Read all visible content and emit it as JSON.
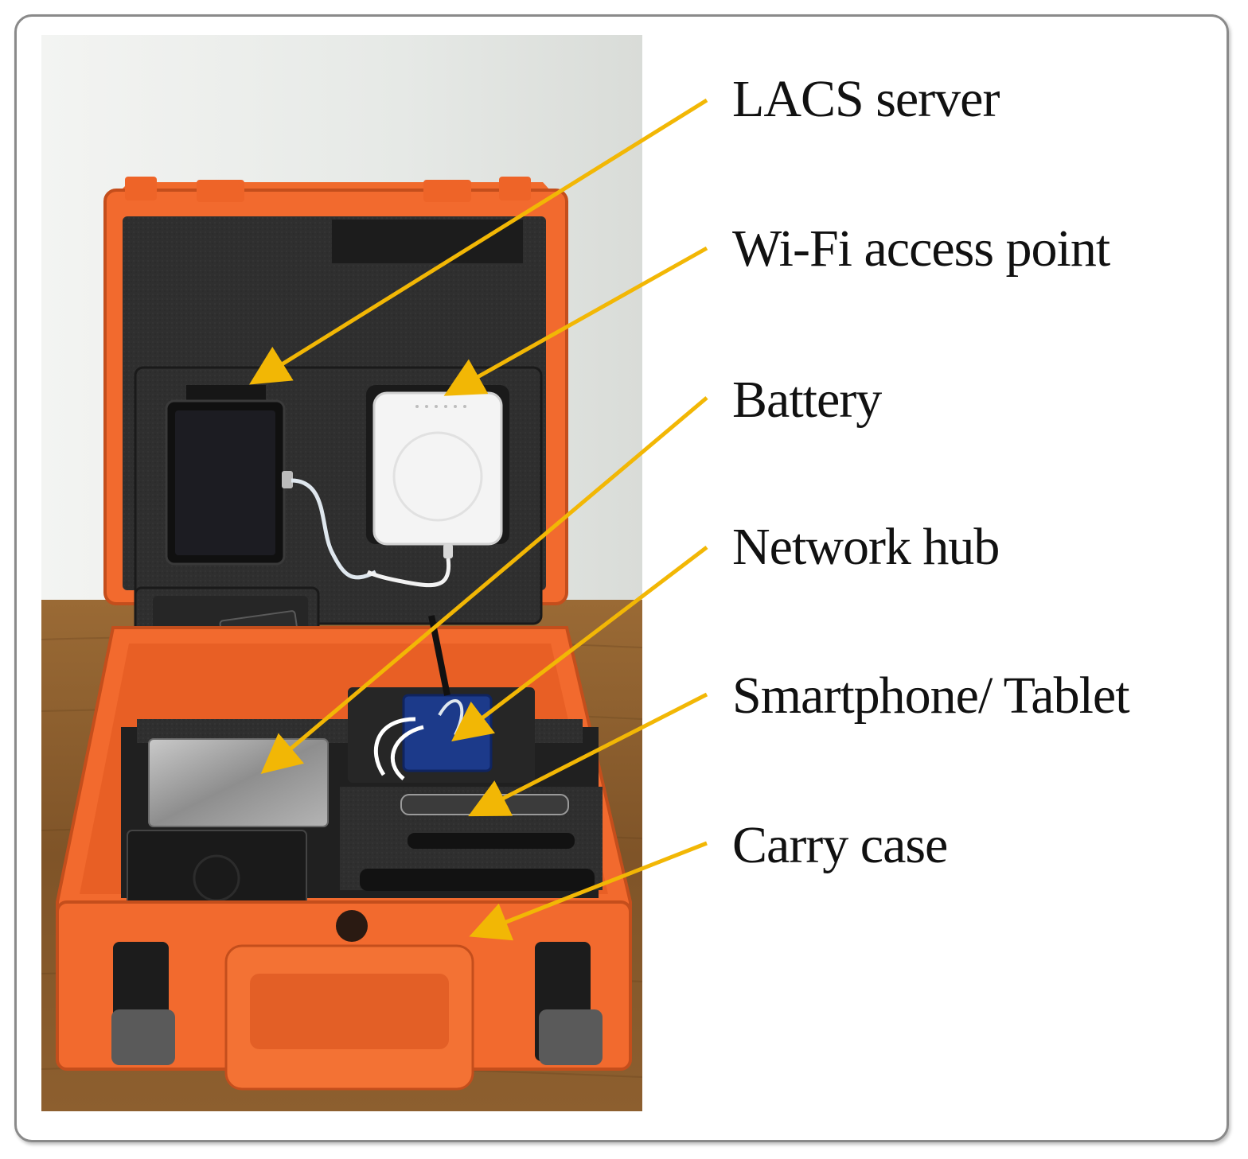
{
  "colors": {
    "callout": "#f2b705",
    "case_orange": "#f26a2e",
    "foam": "#2b2b2b",
    "wall": "#e8ebe8",
    "table": "#8a5a2b"
  },
  "labels": [
    {
      "id": "lacs-server",
      "text": "LACS server"
    },
    {
      "id": "wifi-access-point",
      "text": "Wi-Fi access point"
    },
    {
      "id": "battery",
      "text": "Battery"
    },
    {
      "id": "network-hub",
      "text": "Network hub"
    },
    {
      "id": "smartphone-tablet",
      "text": "Smartphone/ Tablet"
    },
    {
      "id": "carry-case",
      "text": "Carry case"
    }
  ]
}
